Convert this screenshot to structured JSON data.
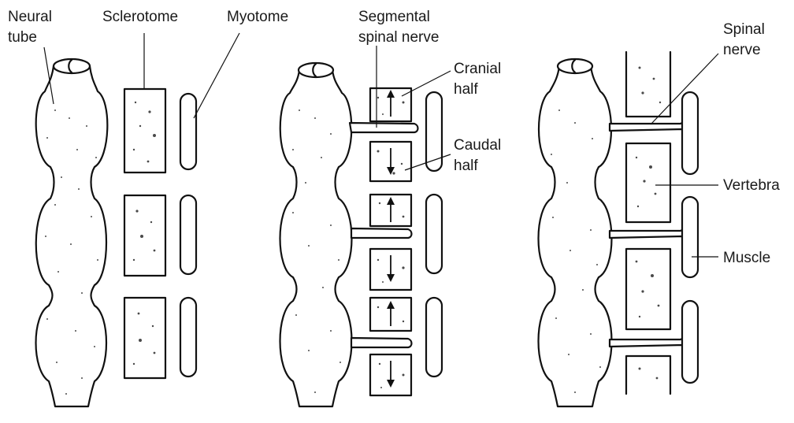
{
  "labels": {
    "neural_tube_line1": "Neural",
    "neural_tube_line2": "tube",
    "sclerotome": "Sclerotome",
    "myotome": "Myotome",
    "segmental_line1": "Segmental",
    "segmental_line2": "spinal nerve",
    "cranial_line1": "Cranial",
    "cranial_line2": "half",
    "caudal_line1": "Caudal",
    "caudal_line2": "half",
    "spinal_line1": "Spinal",
    "spinal_line2": "nerve",
    "vertebra": "Vertebra",
    "muscle": "Muscle"
  },
  "colors": {
    "ink": "#111111",
    "background": "#ffffff"
  }
}
